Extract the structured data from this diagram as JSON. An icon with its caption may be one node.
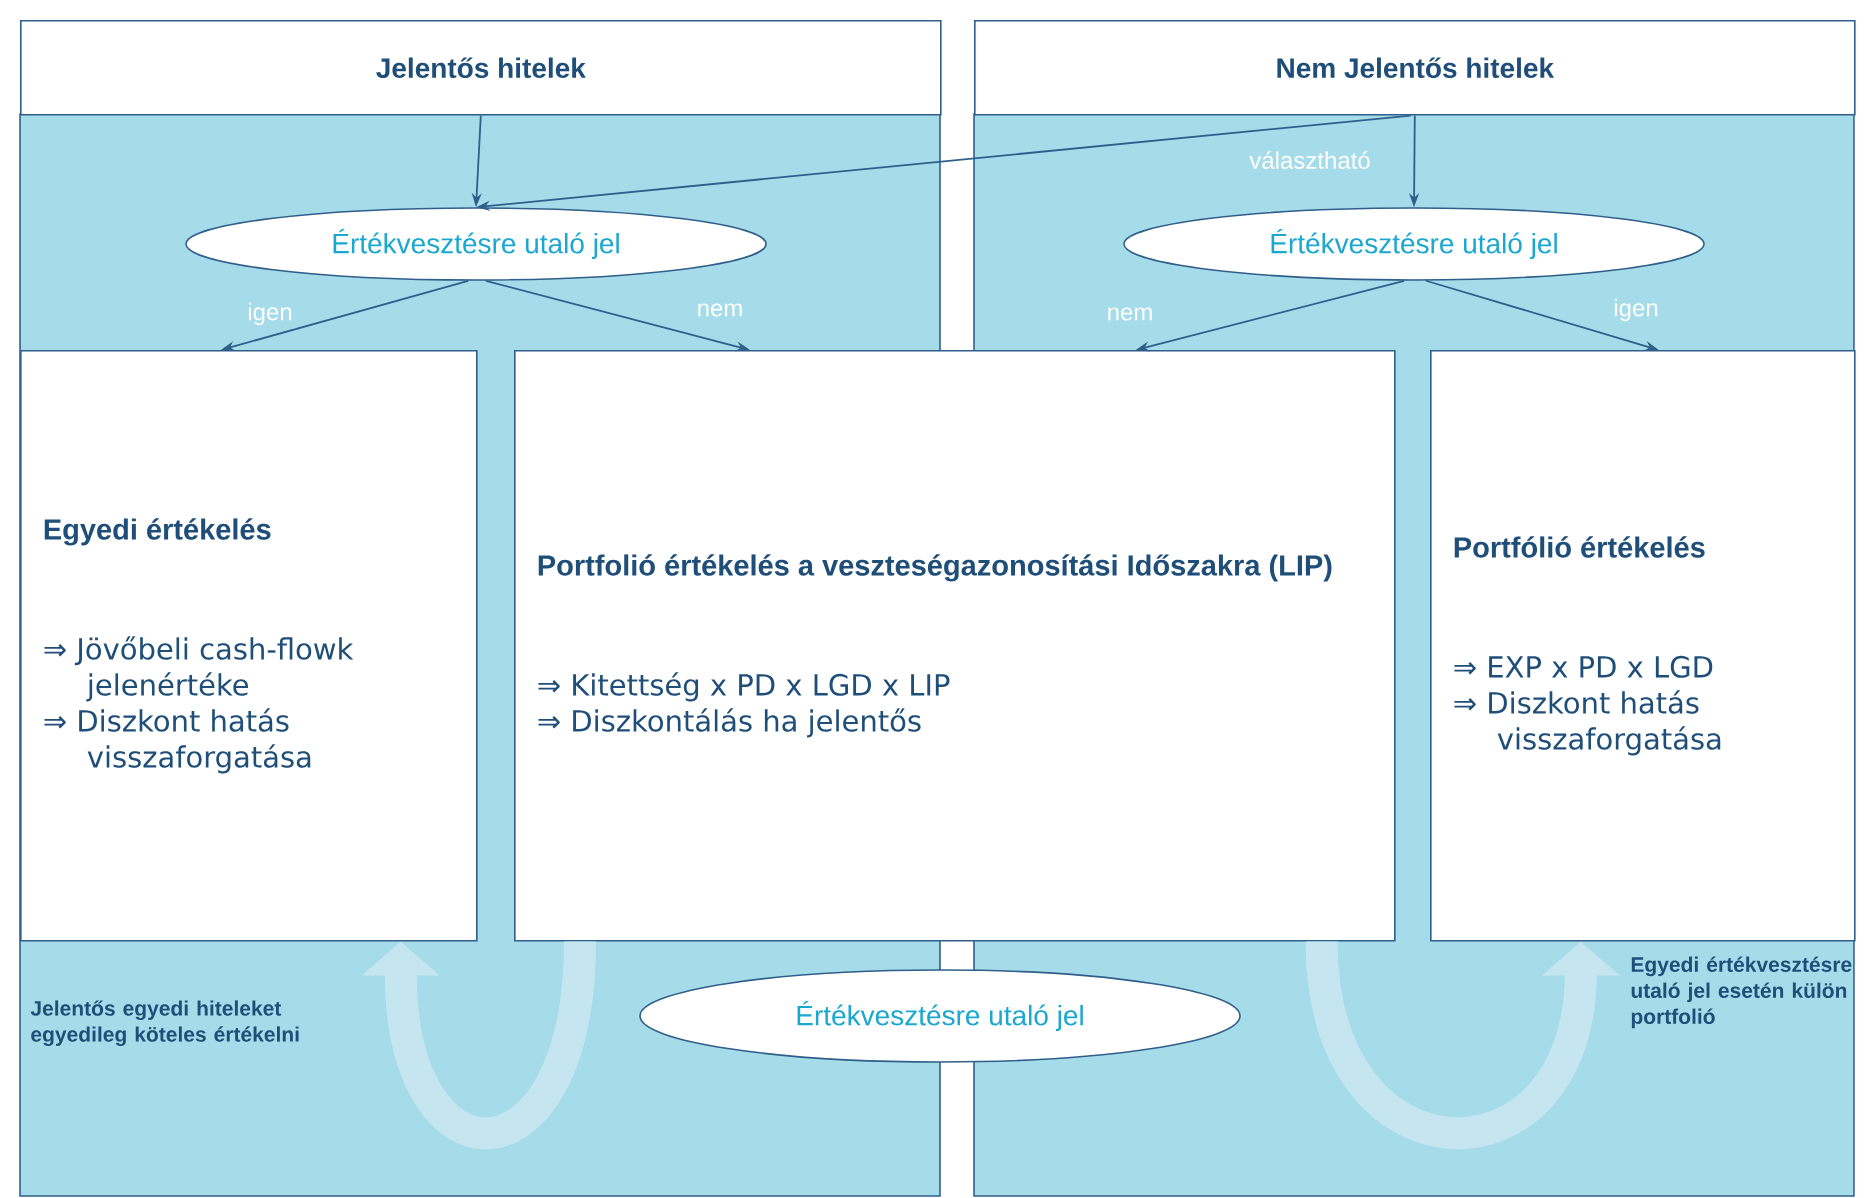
{
  "diagram": {
    "nodes": [
      {
        "text": [
          "Jelentős hitelek"
        ]
      },
      {
        "text": [
          "Nem Jelentős hitelek"
        ]
      },
      {
        "text": [
          "Értékvesztésre utaló jel"
        ]
      },
      {
        "text": [
          "Értékvesztésre utaló jel"
        ]
      },
      {
        "text": [
          "Egyedi értékelés",
          "⇒ Jövőbeli cash-flowk jelenértéke",
          "⇒ Diszkont hatás visszaforgatása"
        ]
      },
      {
        "text": [
          "Portfolió értékelés a veszteségazonosítási Időszakra (LIP)",
          "⇒ Kitettség x PD x LGD x LIP",
          "⇒ Diszkontálás ha jelentős"
        ]
      },
      {
        "text": [
          "Portfólió értékelés",
          "⇒ EXP x PD x LGD",
          "⇒ Diszkont hatás visszaforgatása"
        ]
      },
      {
        "text": [
          "Értékvesztésre utaló jel"
        ]
      }
    ],
    "edges": [
      {
        "from": 0,
        "to": 2,
        "arrow": "to"
      },
      {
        "from": 1,
        "to": 2,
        "arrow": "to",
        "label": "választható"
      },
      {
        "from": 1,
        "to": 3,
        "arrow": "to"
      },
      {
        "from": 2,
        "to": 4,
        "arrow": "to",
        "label": "igen"
      },
      {
        "from": 2,
        "to": 5,
        "arrow": "to",
        "label": "nem"
      },
      {
        "from": 3,
        "to": 5,
        "arrow": "to",
        "label": "nem"
      },
      {
        "from": 3,
        "to": 6,
        "arrow": "to",
        "label": "igen"
      },
      {
        "from": 5,
        "to": 4,
        "arrow": "to",
        "style": "thick",
        "color": "#c5e6f1"
      },
      {
        "from": 5,
        "to": 6,
        "arrow": "to",
        "style": "thick",
        "color": "#c5e6f1"
      }
    ],
    "labels": [
      "Jelentős egyedi hiteleket egyedileg köteles értékelni",
      "Egyedi értékvesztésre utaló jel esetén külön portfolió"
    ]
  }
}
